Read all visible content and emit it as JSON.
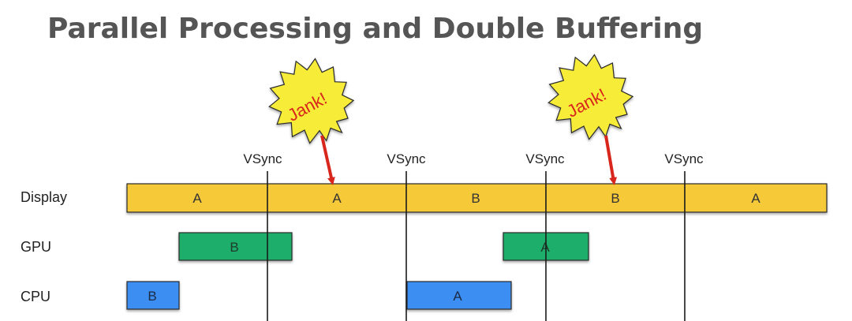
{
  "title": "Parallel Processing and Double Buffering",
  "rows": [
    {
      "key": "display",
      "label": "Display"
    },
    {
      "key": "gpu",
      "label": "GPU"
    },
    {
      "key": "cpu",
      "label": "CPU"
    }
  ],
  "vsync": [
    {
      "label": "VSync"
    },
    {
      "label": "VSync"
    },
    {
      "label": "VSync"
    },
    {
      "label": "VSync"
    }
  ],
  "display_frames": [
    {
      "label": "A"
    },
    {
      "label": "A"
    },
    {
      "label": "B"
    },
    {
      "label": "B"
    },
    {
      "label": "A"
    }
  ],
  "gpu_blocks": [
    {
      "label": "B"
    },
    {
      "label": "A"
    }
  ],
  "cpu_blocks": [
    {
      "label": "B"
    },
    {
      "label": "A"
    }
  ],
  "jank_callouts": [
    {
      "label": "Jank!",
      "target_frame": 1
    },
    {
      "label": "Jank!",
      "target_frame": 3
    }
  ],
  "colors": {
    "display": "#f6c939",
    "gpu": "#1fae6b",
    "cpu": "#3d8ef2",
    "star": "#f7ec38",
    "jank_text": "#d9261c",
    "arrow": "#d9261c",
    "title": "#555555"
  }
}
